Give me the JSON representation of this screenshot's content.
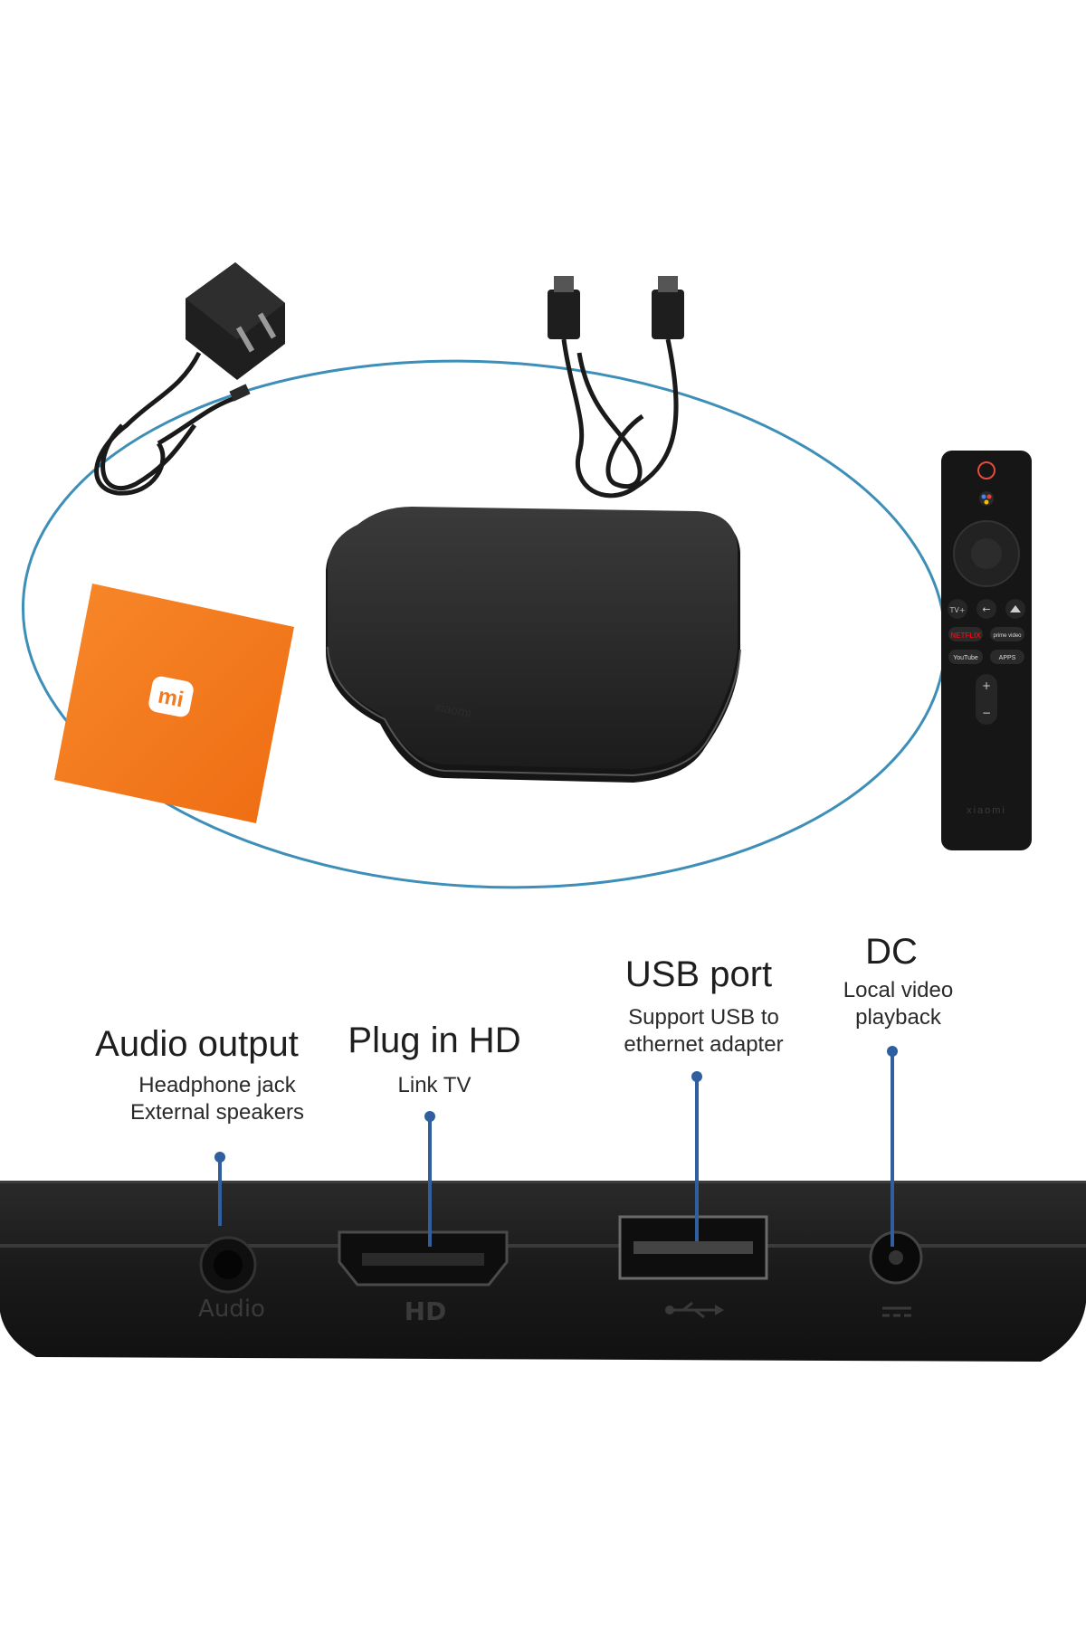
{
  "brand": {
    "logo_text": "mi",
    "remote_brand": "xiaomi",
    "box_brand": "xiaomi"
  },
  "remote": {
    "tv_label": "TV+",
    "netflix": "NETFLIX",
    "prime": "prime video",
    "youtube": "YouTube",
    "apps": "APPS"
  },
  "callouts": {
    "audio": {
      "title": "Audio output",
      "lines": [
        "Headphone jack",
        "External speakers"
      ],
      "port_label": "Audio"
    },
    "hdmi": {
      "title": "Plug in HD",
      "lines": [
        "Link TV"
      ],
      "port_label": "HD"
    },
    "usb": {
      "title": "USB port",
      "lines": [
        "Support USB to",
        "ethernet adapter"
      ]
    },
    "dc": {
      "title": "DC",
      "lines": [
        "Local video",
        "playback"
      ]
    }
  },
  "colors": {
    "accent_line": "#2f5f9e",
    "ellipse": "#3d8fb8",
    "box_orange": "#f37a1f",
    "device": "#1b1b1b"
  }
}
